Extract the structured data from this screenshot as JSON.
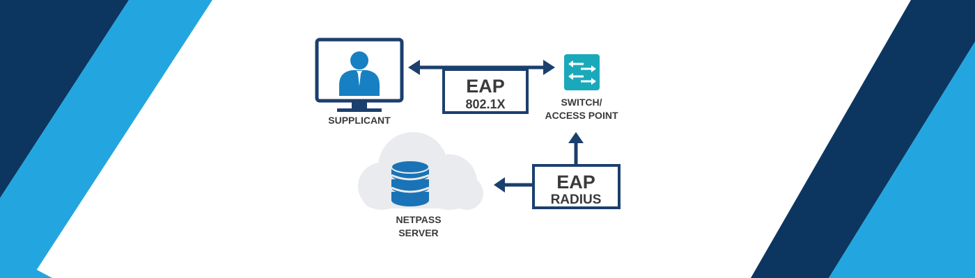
{
  "colors": {
    "navy": "#0c3660",
    "sky": "#23a6df",
    "line": "#1b3f6e",
    "switch_teal": "#1aa9bb",
    "cloud": "#e9ebee",
    "db_blue": "#1a73b6",
    "person_blue": "#1780c2",
    "text": "#3a3a3a"
  },
  "nodes": {
    "supplicant": {
      "label": "SUPPLICANT",
      "icon": "monitor-user-icon"
    },
    "switch": {
      "label_line1": "SWITCH/",
      "label_line2": "ACCESS POINT",
      "icon": "network-switch-icon"
    },
    "server": {
      "label_line1": "NETPASS",
      "label_line2": "SERVER",
      "icon": "cloud-database-icon"
    }
  },
  "links": {
    "eap_8021x": {
      "title": "EAP",
      "subtitle": "802.1X"
    },
    "eap_radius": {
      "title": "EAP",
      "subtitle": "RADIUS"
    }
  }
}
